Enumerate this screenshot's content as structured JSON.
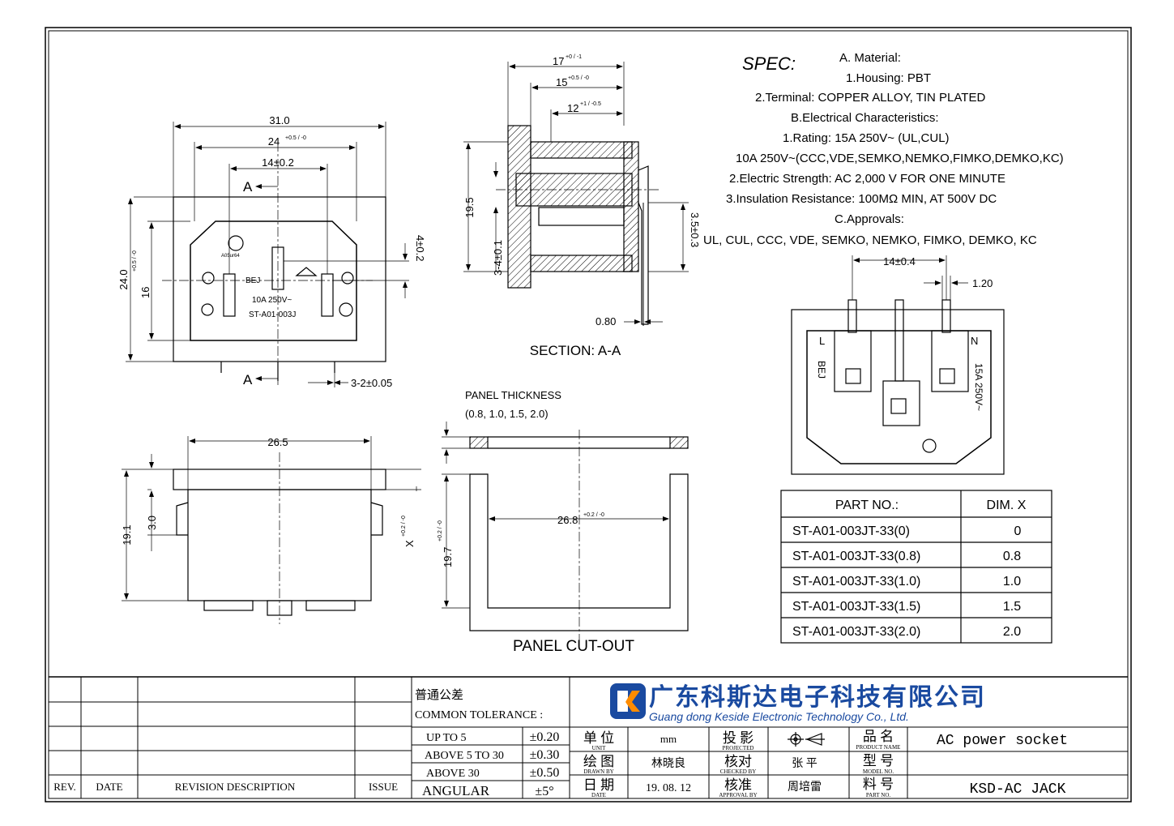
{
  "front_view": {
    "dim_31": "31.0",
    "dim_24": "24",
    "dim_24_tol": "+0.5 / -0",
    "dim_14": "14±0.2",
    "dim_4": "4±0.2",
    "dim_24_v": "24.0",
    "dim_16": "16",
    "dim_16_tol": "+0.5 / -0",
    "dim_3_2": "3-2±0.05",
    "section_mark": "A",
    "body_text_1": "BEJ",
    "body_text_2": "10A 250V~",
    "body_text_3": "ST-A01-003J",
    "cert_text": "A05ur64"
  },
  "section_view": {
    "title": "SECTION: A-A",
    "dim_17": "17",
    "dim_17_tol": "+0 / -1",
    "dim_15": "15",
    "dim_15_tol": "+0.5 / -0",
    "dim_12": "12",
    "dim_12_tol": "+1 / -0.5",
    "dim_19_5": "19.5",
    "dim_3_4": "3-4±0.1",
    "dim_3_5": "3.5±0.3",
    "dim_0_80": "0.80"
  },
  "bottom_view": {
    "dim_26_5": "26.5",
    "dim_19_1": "19.1",
    "dim_3_0": "3.0",
    "dim_x": "X",
    "dim_x_tol": "+0.2 / -0"
  },
  "panel": {
    "thickness_label": "PANEL THICKNESS",
    "thickness_values": "(0.8, 1.0, 1.5, 2.0)",
    "dim_26_8": "26.8",
    "dim_26_8_tol": "+0.2 / -0",
    "dim_19_7": "19.7",
    "dim_19_7_tol": "+0.2 / -0",
    "cutout_label": "PANEL CUT-OUT"
  },
  "spec": {
    "heading": "SPEC:",
    "lines": [
      "A. Material:",
      "1.Housing: PBT",
      "2.Terminal: COPPER ALLOY, TIN PLATED",
      "B.Electrical Characteristics:",
      "1.Rating:  15A 250V~ (UL,CUL)",
      "10A 250V~(CCC,VDE,SEMKO,NEMKO,FIMKO,DEMKO,KC)",
      "2.Electric Strength: AC 2,000 V FOR ONE MINUTE",
      "3.Insulation Resistance: 100MΩ MIN, AT 500V DC",
      "C.Approvals:",
      "UL, CUL, CCC, VDE, SEMKO, NEMKO, FIMKO, DEMKO, KC"
    ]
  },
  "rear_view": {
    "dim_14": "14±0.4",
    "dim_1_20": "1.20",
    "text_bej": "BEJ",
    "text_rating": "15A 250V~",
    "pin_l": "L",
    "pin_n": "N"
  },
  "part_table": {
    "headers": [
      "PART NO.:",
      "DIM. X"
    ],
    "rows": [
      [
        "ST-A01-003JT-33(0)",
        "0"
      ],
      [
        "ST-A01-003JT-33(0.8)",
        "0.8"
      ],
      [
        "ST-A01-003JT-33(1.0)",
        "1.0"
      ],
      [
        "ST-A01-003JT-33(1.5)",
        "1.5"
      ],
      [
        "ST-A01-003JT-33(2.0)",
        "2.0"
      ]
    ]
  },
  "title_block": {
    "revision_headers": [
      "REV.",
      "DATE",
      "REVISION  DESCRIPTION",
      "ISSUE"
    ],
    "tolerance_title_cn": "普通公差",
    "tolerance_title_en": "COMMON TOLERANCE :",
    "tolerance_rows": [
      [
        "UP TO 5",
        "±0.20"
      ],
      [
        "ABOVE 5 TO 30",
        "±0.30"
      ],
      [
        "ABOVE 30",
        "±0.50"
      ],
      [
        "ANGULAR",
        "±5°"
      ]
    ],
    "company_cn": "广东科斯达电子科技有限公司",
    "company_en": "Guang dong Keside  Electronic Technology Co., Ltd.",
    "unit_cn": "单 位",
    "unit_en": "UNIT",
    "unit_value": "mm",
    "projected_cn": "投 影",
    "projected_en": "PROJECTED",
    "product_name_cn": "品 名",
    "product_name_en": "PRODUCT NAME",
    "product_name_value": "AC power socket",
    "drawn_cn": "绘 图",
    "drawn_en": "DRAWN BY",
    "drawn_value": "林晓良",
    "checked_cn": "核对",
    "checked_en": "CHECKED BY",
    "checked_value": "张 平",
    "model_cn": "型 号",
    "model_en": "MODEL NO.",
    "date_cn": "日 期",
    "date_en": "DATE",
    "date_value": "19. 08. 12",
    "approval_cn": "核准",
    "approval_en": "APPROVAL BY",
    "approval_value": "周培雷",
    "part_cn": "料 号",
    "part_en": "PART NO.",
    "part_value": "KSD-AC JACK"
  }
}
